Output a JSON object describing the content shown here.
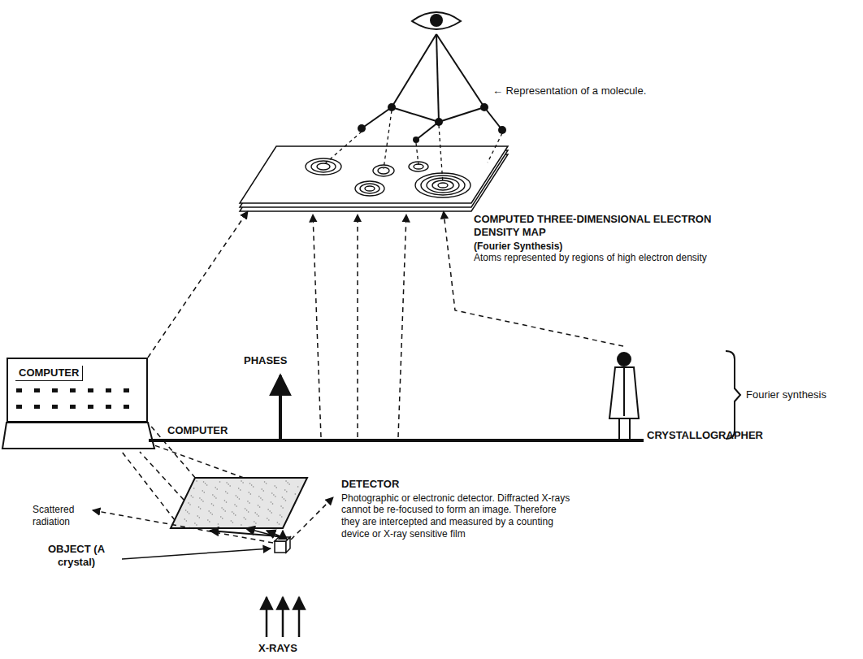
{
  "diagram": {
    "nodes": [
      {
        "text": [
          "COMPUTED THREE-DIMENSIONAL ELECTRON DENSITY MAP",
          "(Fourier Synthesis)",
          "Atoms represented by regions of high electron density"
        ]
      },
      {
        "text": [
          "COMPUTER"
        ]
      },
      {
        "text": [
          "DETECTOR",
          "Photographic or electronic detector. Diffracted X-rays cannot be re-focused to form an image. Therefore they are intercepted and measured by a counting device or X-ray sensitive film"
        ]
      },
      {
        "text": [
          "OBJECT (A crystal)"
        ]
      },
      {
        "text": [
          "CRYSTALLOGRAPHER"
        ]
      }
    ],
    "edges": [
      {
        "from": 3,
        "to": 2,
        "arrow": "to"
      },
      {
        "from": 2,
        "to": 1,
        "arrow": "none"
      },
      {
        "from": 1,
        "to": 0,
        "arrow": "to"
      },
      {
        "from": 4,
        "to": 0,
        "arrow": "to"
      }
    ],
    "labels": [
      "← Representation of a molecule.",
      "PHASES",
      "COMPUTER",
      "Fourier synthesis",
      "Scattered radiation",
      "X-RAYS"
    ]
  }
}
